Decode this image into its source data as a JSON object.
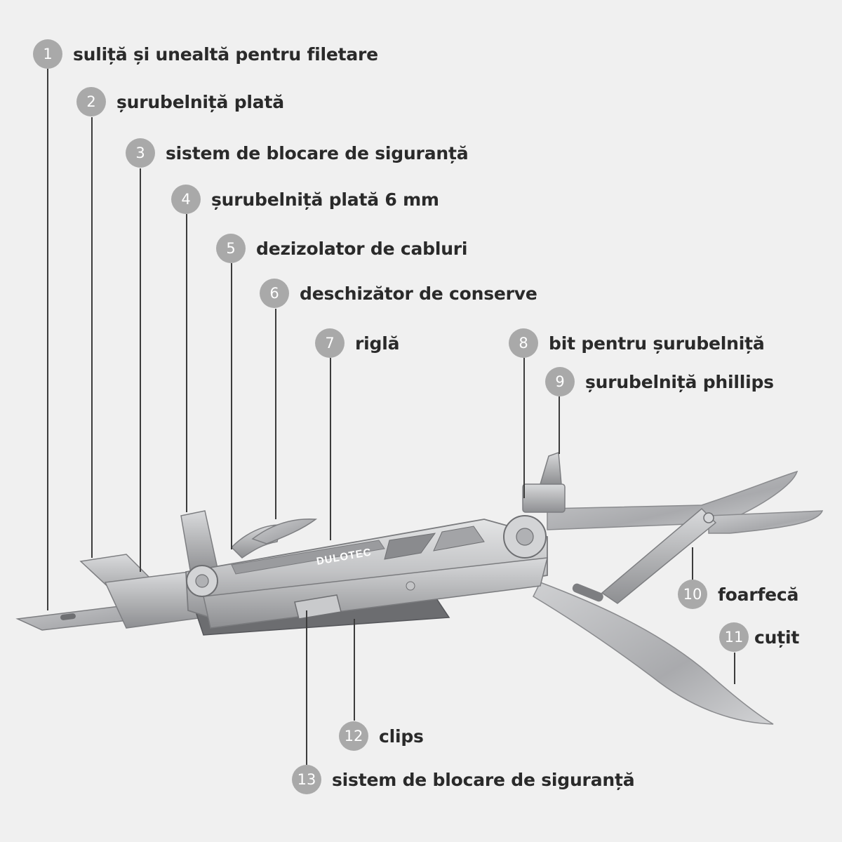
{
  "brand": "DULOTEC",
  "colors": {
    "background": "#f0f0f0",
    "badge": "#a9a9a9",
    "text": "#2a2a2a",
    "line": "#3c3c3c",
    "steel": "#b8b9bb"
  },
  "callouts": [
    {
      "number": "1",
      "label": "suliță și unealtă pentru filetare"
    },
    {
      "number": "2",
      "label": "șurubelniță plată"
    },
    {
      "number": "3",
      "label": "sistem de blocare de siguranță"
    },
    {
      "number": "4",
      "label": "șurubelniță plată 6 mm"
    },
    {
      "number": "5",
      "label": "dezizolator de cabluri"
    },
    {
      "number": "6",
      "label": "deschizător de conserve"
    },
    {
      "number": "7",
      "label": "riglă"
    },
    {
      "number": "8",
      "label": "bit pentru șurubelniță"
    },
    {
      "number": "9",
      "label": "șurubelniță phillips"
    },
    {
      "number": "10",
      "label": "foarfecă"
    },
    {
      "number": "11",
      "label": "cuțit"
    },
    {
      "number": "12",
      "label": "clips"
    },
    {
      "number": "13",
      "label": "sistem de blocare de siguranță"
    }
  ]
}
